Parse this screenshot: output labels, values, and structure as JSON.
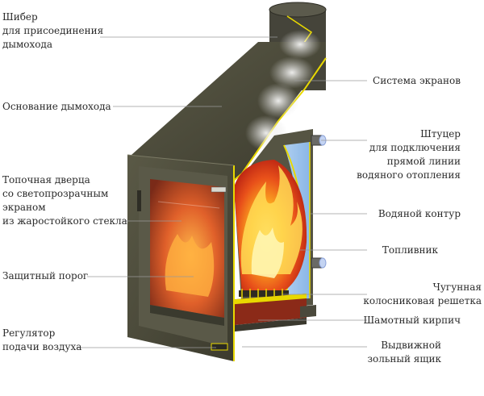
{
  "labels_left": [
    {
      "id": "shiber",
      "lines": [
        "Шибер",
        "для присоединения",
        "дымохода"
      ]
    },
    {
      "id": "osnovanie",
      "lines": [
        "Основание дымохода"
      ]
    },
    {
      "id": "dvertsa",
      "lines": [
        "Топочная дверца",
        "со светопрозрачным",
        "экраном",
        "из жаростойкого стекла"
      ]
    },
    {
      "id": "porog",
      "lines": [
        "Защитный порог"
      ]
    },
    {
      "id": "regulator",
      "lines": [
        "Регулятор",
        "подачи воздуха"
      ]
    }
  ],
  "labels_right": [
    {
      "id": "ekrany",
      "lines": [
        "Система экранов"
      ]
    },
    {
      "id": "shtutser",
      "lines": [
        "Штуцер",
        "для подключения",
        "прямой линии",
        "водяного отопления"
      ]
    },
    {
      "id": "kontur",
      "lines": [
        "Водяной контур"
      ]
    },
    {
      "id": "toplivnik",
      "lines": [
        "Топливник"
      ]
    },
    {
      "id": "reshetka",
      "lines": [
        "Чугунная",
        "колосниковая решетка"
      ]
    },
    {
      "id": "kirpich",
      "lines": [
        "Шамотный кирпич"
      ]
    },
    {
      "id": "yashchik",
      "lines": [
        "Выдвижной",
        "зольный ящик"
      ]
    }
  ],
  "colors": {
    "steel": "#4b4a3a",
    "steel_light": "#6b6a56",
    "yellow_edge": "#e8d800",
    "water": "#9fc6ee",
    "fire_red": "#d8331a",
    "fire_orange": "#f28a1a",
    "fire_yellow": "#ffd34a",
    "leader": "#9a9a9a"
  }
}
